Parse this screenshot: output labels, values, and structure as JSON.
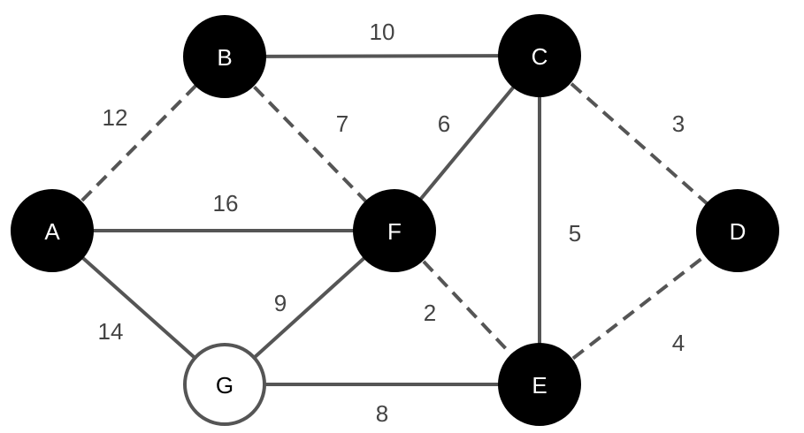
{
  "diagram": {
    "type": "weighted-undirected-graph",
    "colors": {
      "edge": "#555555",
      "label": "#444444",
      "node_filled": "#000000",
      "node_filled_text": "#ffffff",
      "node_open_fill": "#ffffff",
      "node_open_stroke": "#555555",
      "node_open_text": "#000000"
    },
    "nodes": [
      {
        "id": "A",
        "label": "A",
        "style": "filled"
      },
      {
        "id": "B",
        "label": "B",
        "style": "filled"
      },
      {
        "id": "C",
        "label": "C",
        "style": "filled"
      },
      {
        "id": "D",
        "label": "D",
        "style": "filled"
      },
      {
        "id": "E",
        "label": "E",
        "style": "filled"
      },
      {
        "id": "F",
        "label": "F",
        "style": "filled"
      },
      {
        "id": "G",
        "label": "G",
        "style": "open"
      }
    ],
    "edges": [
      {
        "from": "B",
        "to": "C",
        "weight": "10",
        "style": "solid"
      },
      {
        "from": "A",
        "to": "B",
        "weight": "12",
        "style": "dashed"
      },
      {
        "from": "B",
        "to": "F",
        "weight": "7",
        "style": "dashed"
      },
      {
        "from": "F",
        "to": "C",
        "weight": "6",
        "style": "solid"
      },
      {
        "from": "C",
        "to": "D",
        "weight": "3",
        "style": "dashed"
      },
      {
        "from": "A",
        "to": "F",
        "weight": "16",
        "style": "solid"
      },
      {
        "from": "C",
        "to": "E",
        "weight": "5",
        "style": "solid"
      },
      {
        "from": "A",
        "to": "G",
        "weight": "14",
        "style": "solid"
      },
      {
        "from": "G",
        "to": "F",
        "weight": "9",
        "style": "solid"
      },
      {
        "from": "F",
        "to": "E",
        "weight": "2",
        "style": "dashed"
      },
      {
        "from": "E",
        "to": "D",
        "weight": "4",
        "style": "dashed"
      },
      {
        "from": "G",
        "to": "E",
        "weight": "8",
        "style": "solid"
      }
    ]
  }
}
